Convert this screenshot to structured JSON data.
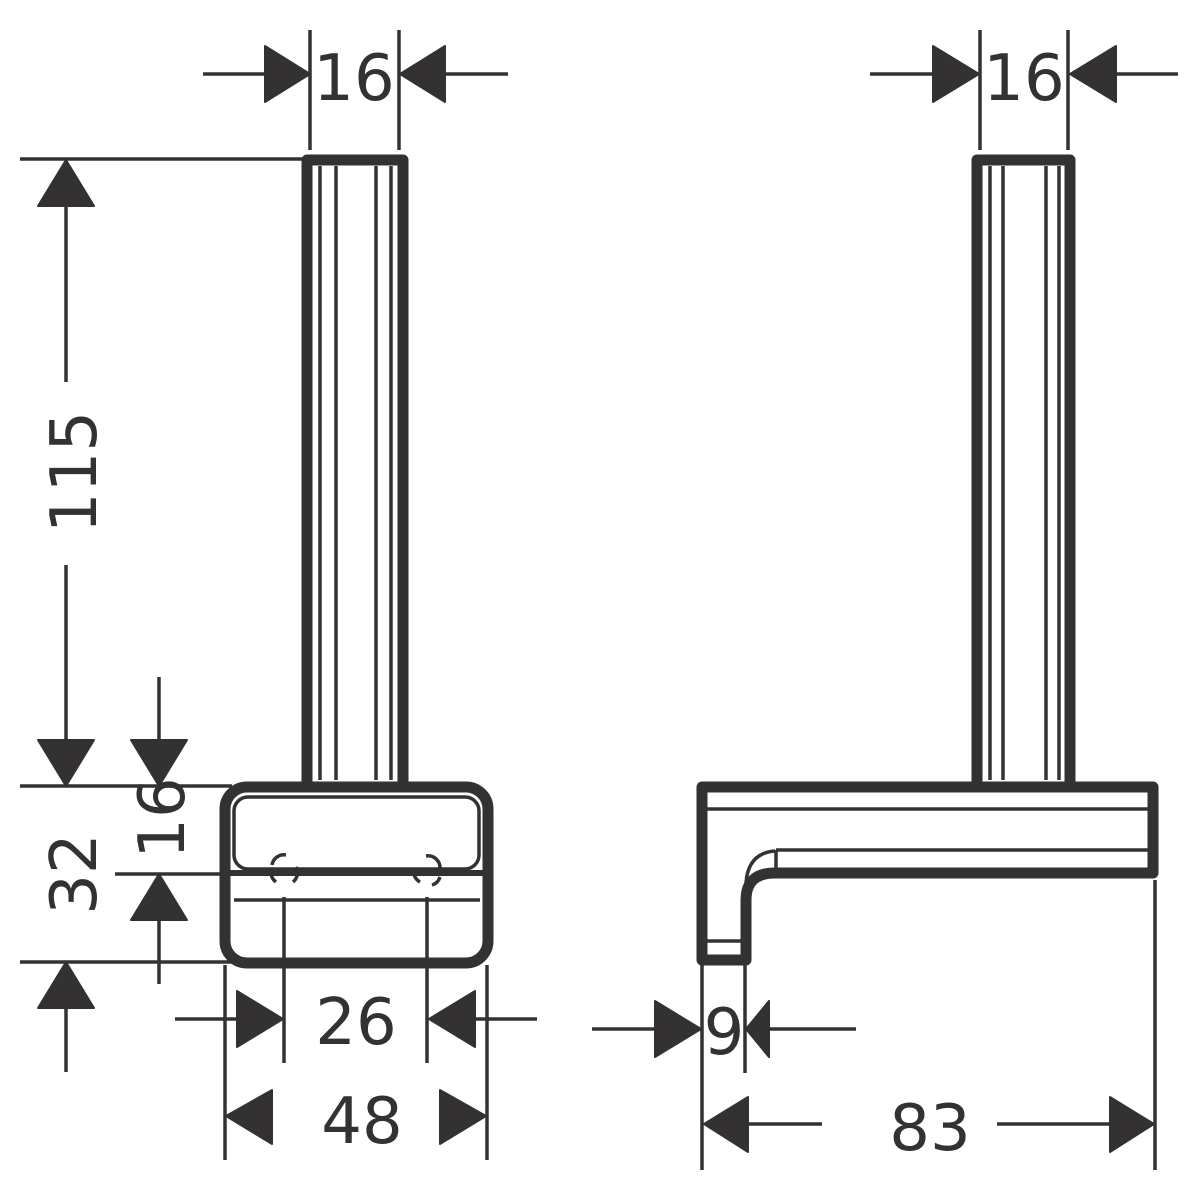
{
  "drawing": {
    "type": "technical-dimension-drawing",
    "subject": "spare toilet roll holder",
    "units": "mm",
    "colors": {
      "line": "#333132",
      "background": "#ffffff"
    },
    "front_view": {
      "dimensions": {
        "post_width": "16",
        "total_height": "115",
        "base_height": "32",
        "base_upper_height": "16",
        "mount_spacing": "26",
        "base_width": "48"
      }
    },
    "side_view": {
      "dimensions": {
        "post_width": "16",
        "wall_plate_thickness": "9",
        "projection_depth": "83"
      }
    }
  }
}
